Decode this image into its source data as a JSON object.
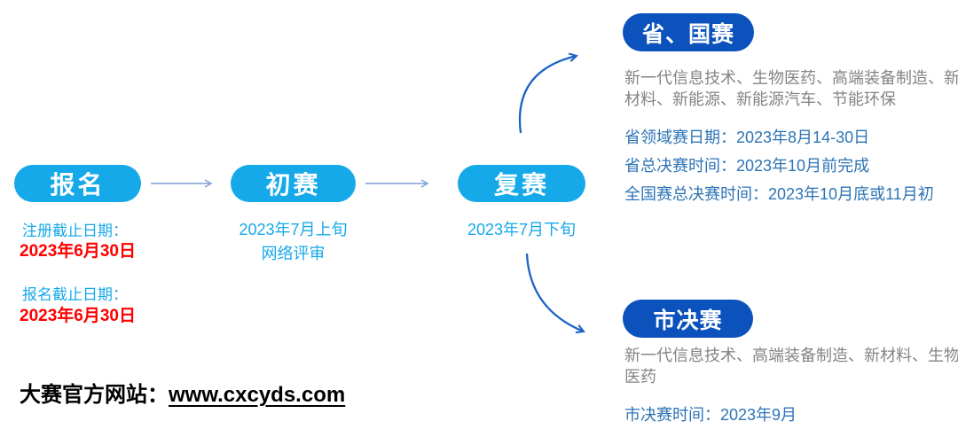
{
  "colors": {
    "stage_pill": "#16a9e9",
    "outcome_pill": "#0b52bc",
    "schedule_text": "#2e74b5",
    "industries_text": "#848484",
    "deadline_date": "#ff0000",
    "straight_arrow": "#7e9fd8",
    "curved_arrow": "#1b63c5"
  },
  "stages": [
    {
      "label": "报名",
      "note1_label": "注册截止日期：",
      "note1_value": "2023年6月30日",
      "note2_label": "报名截止日期：",
      "note2_value": "2023年6月30日"
    },
    {
      "label": "初赛",
      "line1": "2023年7月上旬",
      "line2": "网络评审"
    },
    {
      "label": "复赛",
      "line1": "2023年7月下旬"
    }
  ],
  "outcomes": [
    {
      "label": "省、国赛",
      "industries": "新一代信息技术、生物医药、高端装备制造、新材料、新能源、新能源汽车、节能环保",
      "schedule1": "省领域赛日期：2023年8月14-30日",
      "schedule2": "省总决赛时间：2023年10月前完成",
      "schedule3": "全国赛总决赛时间：2023年10月底或11月初"
    },
    {
      "label": "市决赛",
      "industries": "新一代信息技术、高端装备制造、新材料、生物医药",
      "schedule1": "市决赛时间：2023年9月"
    }
  ],
  "footer": {
    "website_label": "大赛官方网站：",
    "website_url": "www.cxcyds.com"
  }
}
